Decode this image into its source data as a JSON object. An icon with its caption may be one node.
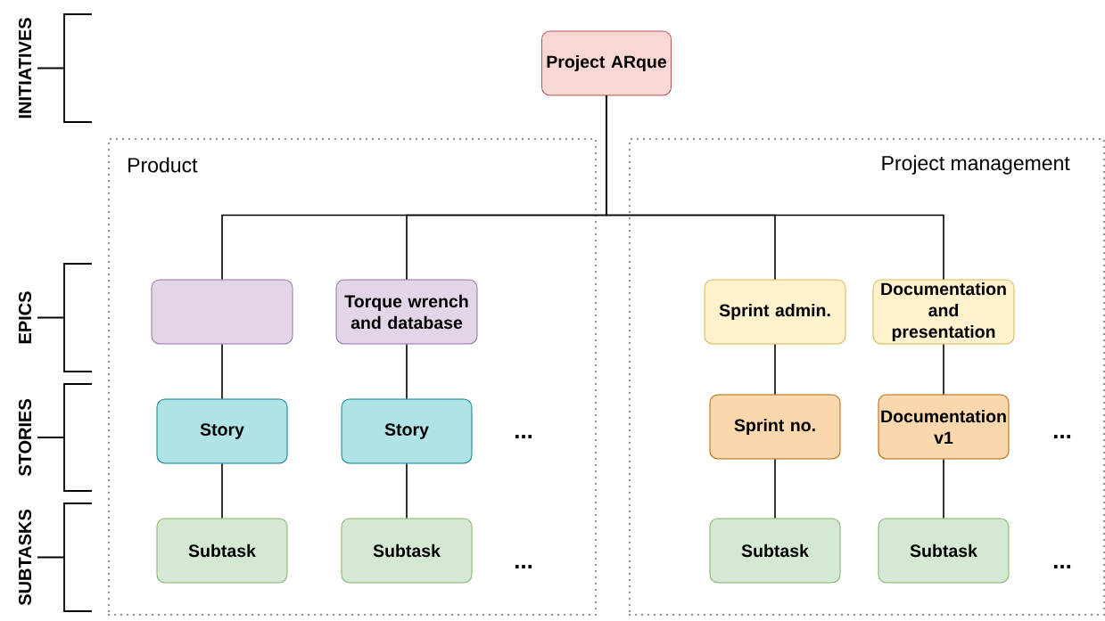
{
  "diagram": {
    "nodes": [
      {
        "text": [
          "Project ARque"
        ]
      },
      {
        "text": [
          "Product"
        ]
      },
      {
        "text": [],
        "shape": "box",
        "in": 1
      },
      {
        "text": [
          "Torque wrench and database"
        ],
        "in": 1
      },
      {
        "text": [
          "Story"
        ],
        "in": 1
      },
      {
        "text": [
          "Story"
        ],
        "in": 1
      },
      {
        "text": [
          "Subtask"
        ],
        "in": 1
      },
      {
        "text": [
          "Subtask"
        ],
        "in": 1
      },
      {
        "text": [
          "Project management"
        ]
      },
      {
        "text": [
          "Sprint admin."
        ],
        "in": 8
      },
      {
        "text": [
          "Documentation and presentation"
        ],
        "in": 8
      },
      {
        "text": [
          "Sprint no."
        ],
        "in": 8
      },
      {
        "text": [
          "Documentation v1"
        ],
        "in": 8
      },
      {
        "text": [
          "Subtask"
        ],
        "in": 8
      },
      {
        "text": [
          "Subtask"
        ],
        "in": 8
      }
    ],
    "edges": [
      {
        "from": 0,
        "to": 2,
        "arrow": "none"
      },
      {
        "from": 0,
        "to": 3,
        "arrow": "none"
      },
      {
        "from": 0,
        "to": 9,
        "arrow": "none"
      },
      {
        "from": 0,
        "to": 10,
        "arrow": "none"
      },
      {
        "from": 2,
        "to": 4,
        "arrow": "none"
      },
      {
        "from": 3,
        "to": 5,
        "arrow": "none"
      },
      {
        "from": 4,
        "to": 6,
        "arrow": "none"
      },
      {
        "from": 5,
        "to": 7,
        "arrow": "none"
      },
      {
        "from": 9,
        "to": 11,
        "arrow": "none"
      },
      {
        "from": 10,
        "to": 12,
        "arrow": "none"
      },
      {
        "from": 11,
        "to": 13,
        "arrow": "none"
      },
      {
        "from": 12,
        "to": 14,
        "arrow": "none"
      }
    ],
    "labels": [
      "INITIATIVES",
      "EPICS",
      "STORIES",
      "SUBTASKS",
      "...",
      "...",
      "...",
      "..."
    ]
  }
}
